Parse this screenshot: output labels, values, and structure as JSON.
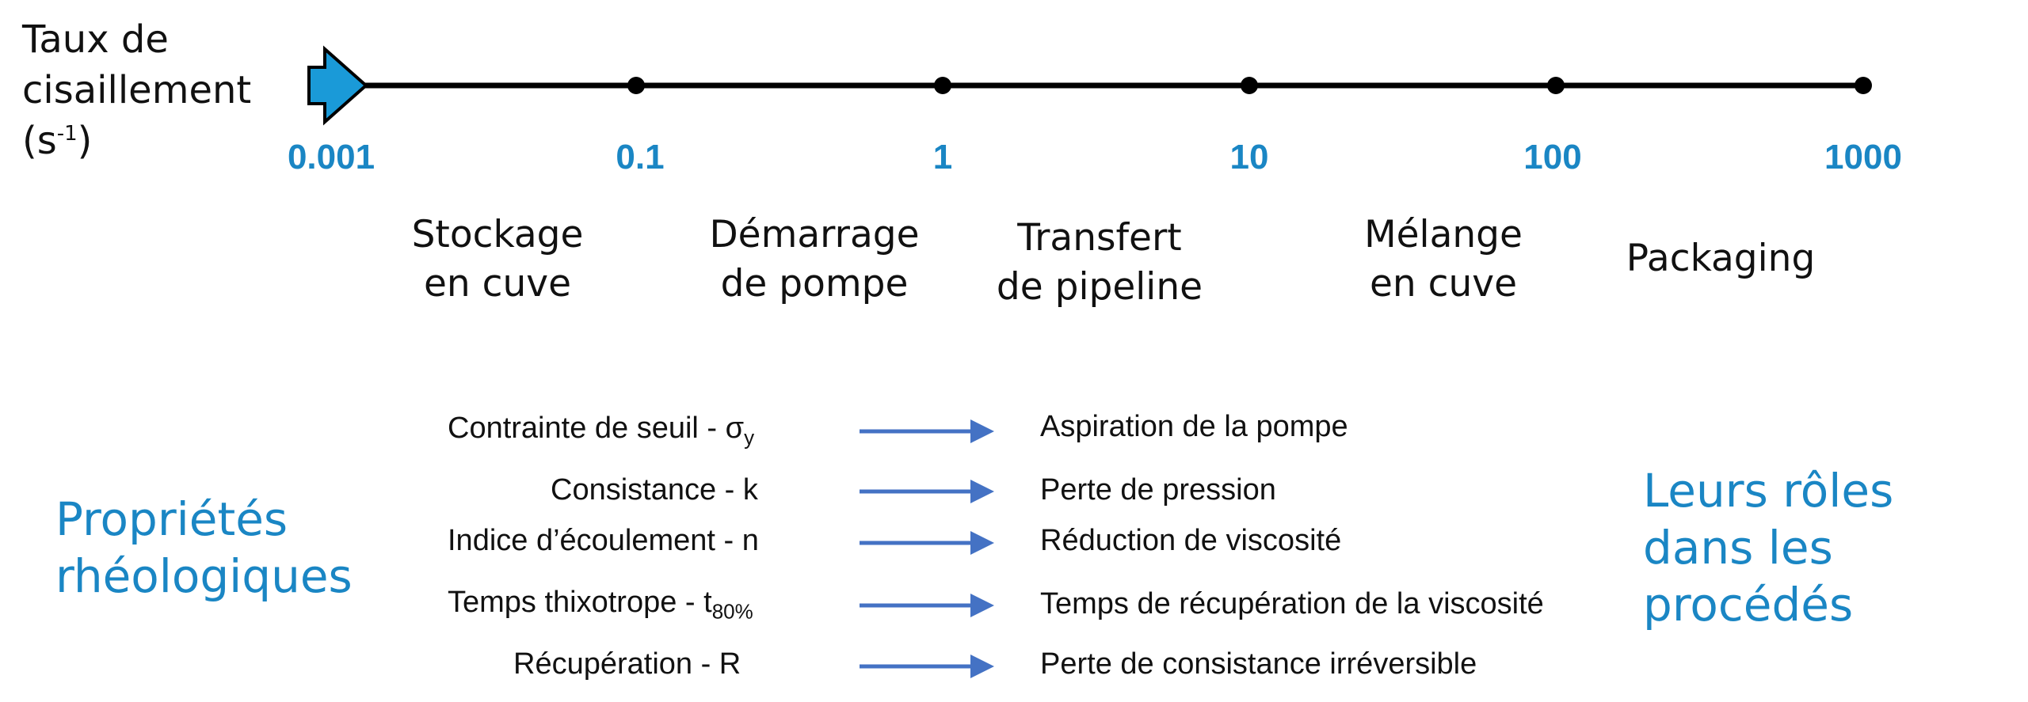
{
  "axis": {
    "title_line1": "Taux de",
    "title_line2": "cisaillement",
    "title_unit_prefix": "(s",
    "title_unit_exp": "-1",
    "title_unit_suffix": ")",
    "ticks": [
      "0.001",
      "0.1",
      "1",
      "10",
      "100",
      "1000"
    ],
    "tick_color": "#1a86c4",
    "arrow_color": "#1a9ad8"
  },
  "stages": [
    {
      "line1": "Stockage",
      "line2": "en cuve"
    },
    {
      "line1": "Démarrage",
      "line2": "de pompe"
    },
    {
      "line1": "Transfert",
      "line2": "de pipeline"
    },
    {
      "line1": "Mélange",
      "line2": "en cuve"
    },
    {
      "line1": "Packaging",
      "line2": ""
    }
  ],
  "left_title": {
    "line1": "Propriétés",
    "line2": "rhéologiques"
  },
  "right_title": {
    "line1": "Leurs rôles",
    "line2": "dans les",
    "line3": "procédés"
  },
  "properties": [
    {
      "text": "Contrainte de seuil - σ",
      "sub": "y"
    },
    {
      "text": "Consistance - k",
      "sub": ""
    },
    {
      "text": "Indice d’écoulement - n",
      "sub": ""
    },
    {
      "text": "Temps thixotrope - t",
      "sub": "80%"
    },
    {
      "text": "Récupération - R",
      "sub": ""
    }
  ],
  "roles": [
    "Aspiration de la pompe",
    "Perte de pression",
    "Réduction de viscosité",
    "Temps de récupération de la viscosité",
    "Perte de consistance irréversible"
  ],
  "arrow_color": "#4472c4"
}
